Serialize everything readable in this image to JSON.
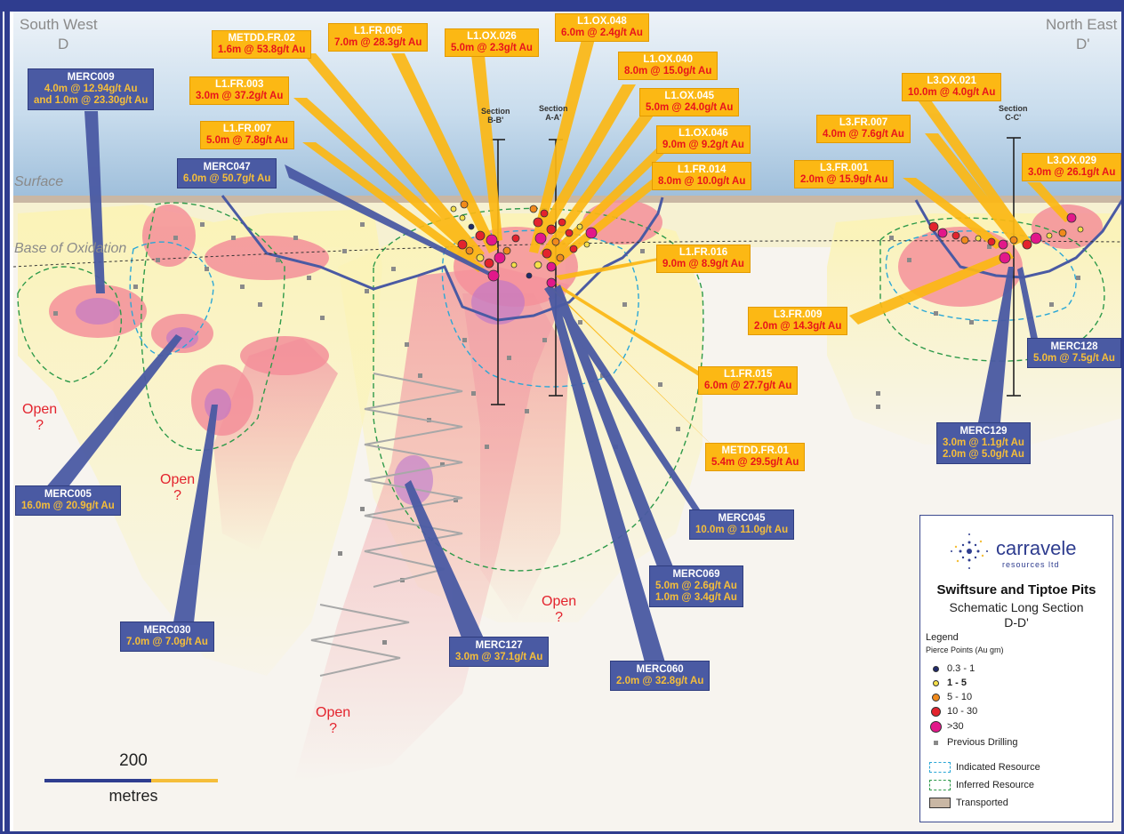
{
  "corners": {
    "sw_title": "South West",
    "sw_marker": "D",
    "ne_title": "North East",
    "ne_marker": "D'"
  },
  "surface_labels": {
    "surface": "Surface",
    "base_of_oxidation": "Base of Oxidation"
  },
  "sections": [
    {
      "line1": "Section",
      "line2": "B-B'"
    },
    {
      "line1": "Section",
      "line2": "A-A'"
    },
    {
      "line1": "Section",
      "line2": "C-C'"
    }
  ],
  "open_labels": [
    {
      "text": "Open",
      "q": "?"
    },
    {
      "text": "Open",
      "q": "?"
    },
    {
      "text": "Open",
      "q": "?"
    },
    {
      "text": "Open",
      "q": "?"
    }
  ],
  "callouts_yellow": [
    {
      "name": "METDD.FR.02",
      "lines": [
        "1.6m @ 53.8g/t Au"
      ]
    },
    {
      "name": "L1.FR.005",
      "lines": [
        "7.0m @ 28.3g/t Au"
      ]
    },
    {
      "name": "L1.OX.026",
      "lines": [
        "5.0m @ 2.3g/t Au"
      ]
    },
    {
      "name": "L1.OX.048",
      "lines": [
        "6.0m @ 2.4g/t Au"
      ]
    },
    {
      "name": "L1.OX.040",
      "lines": [
        "8.0m @ 15.0g/t Au"
      ]
    },
    {
      "name": "L1.FR.003",
      "lines": [
        "3.0m @ 37.2g/t Au"
      ]
    },
    {
      "name": "L1.OX.045",
      "lines": [
        "5.0m @ 24.0g/t Au"
      ]
    },
    {
      "name": "L1.FR.007",
      "lines": [
        "5.0m @ 7.8g/t Au"
      ]
    },
    {
      "name": "L1.OX.046",
      "lines": [
        "9.0m @ 9.2g/t Au"
      ]
    },
    {
      "name": "L1.FR.014",
      "lines": [
        "8.0m @ 10.0g/t Au"
      ]
    },
    {
      "name": "L1.FR.016",
      "lines": [
        "9.0m @ 8.9g/t Au"
      ]
    },
    {
      "name": "L1.FR.015",
      "lines": [
        "6.0m @ 27.7g/t Au"
      ]
    },
    {
      "name": "METDD.FR.01",
      "lines": [
        "5.4m @ 29.5g/t Au"
      ]
    },
    {
      "name": "L3.OX.021",
      "lines": [
        "10.0m @ 4.0g/t Au"
      ]
    },
    {
      "name": "L3.FR.007",
      "lines": [
        "4.0m @ 7.6g/t Au"
      ]
    },
    {
      "name": "L3.FR.001",
      "lines": [
        "2.0m @ 15.9g/t Au"
      ]
    },
    {
      "name": "L3.OX.029",
      "lines": [
        "3.0m @ 26.1g/t Au"
      ]
    },
    {
      "name": "L3.FR.009",
      "lines": [
        "2.0m @ 14.3g/t Au"
      ]
    }
  ],
  "callouts_blue": [
    {
      "name": "MERC009",
      "lines": [
        "4.0m @ 12.94g/t Au",
        "and 1.0m @ 23.30g/t Au"
      ]
    },
    {
      "name": "MERC047",
      "lines": [
        "6.0m @ 50.7g/t Au"
      ]
    },
    {
      "name": "MERC005",
      "lines": [
        "16.0m @ 20.9g/t Au"
      ]
    },
    {
      "name": "MERC030",
      "lines": [
        "7.0m @ 7.0g/t Au"
      ]
    },
    {
      "name": "MERC127",
      "lines": [
        "3.0m @ 37.1g/t Au"
      ]
    },
    {
      "name": "MERC060",
      "lines": [
        "2.0m @ 32.8g/t Au"
      ]
    },
    {
      "name": "MERC069",
      "lines": [
        "5.0m @ 2.6g/t Au",
        "1.0m @ 3.4g/t Au"
      ]
    },
    {
      "name": "MERC045",
      "lines": [
        "10.0m @ 11.0g/t Au"
      ]
    },
    {
      "name": "MERC128",
      "lines": [
        "5.0m @ 7.5g/t Au"
      ]
    },
    {
      "name": "MERC129",
      "lines": [
        "3.0m @ 1.1g/t Au",
        "2.0m @ 5.0g/t Au"
      ]
    }
  ],
  "scale_bar": {
    "value": "200",
    "unit": "metres"
  },
  "legend": {
    "company": "carravele",
    "company_sub": "resources ltd",
    "title": "Swiftsure and Tiptoe Pits",
    "subtitle": "Schematic Long Section",
    "section": "D-D'",
    "heading": "Legend",
    "pierce_heading": "Pierce Points (Au gm)",
    "items": [
      {
        "label": "0.3 - 1",
        "symbol": "dot-navy",
        "color": "#1f2a6b"
      },
      {
        "label": "1 - 5",
        "symbol": "dot-yellow",
        "color": "#f5e04a"
      },
      {
        "label": "5 - 10",
        "symbol": "dot-orange",
        "color": "#f08a1c"
      },
      {
        "label": "10 - 30",
        "symbol": "dot-red",
        "color": "#e3232d"
      },
      {
        "label": ">30",
        "symbol": "dot-magenta",
        "color": "#e2188a"
      },
      {
        "label": "Previous Drilling",
        "symbol": "square-grey",
        "color": "#8a8a8a"
      },
      {
        "label": "Indicated Resource",
        "symbol": "dash-cyan",
        "color": "#2aa7d6"
      },
      {
        "label": "Inferred Resource",
        "symbol": "dash-green",
        "color": "#2e9a4a"
      },
      {
        "label": "Transported",
        "symbol": "fill-tan",
        "color": "#c9b7a4"
      }
    ]
  },
  "colors": {
    "frame": "#2f3d8f",
    "callout_yellow": "#fcb814",
    "callout_blue": "#4a5aa3",
    "grade_red": "#e8141b",
    "grade_gold": "#f5be3a"
  }
}
